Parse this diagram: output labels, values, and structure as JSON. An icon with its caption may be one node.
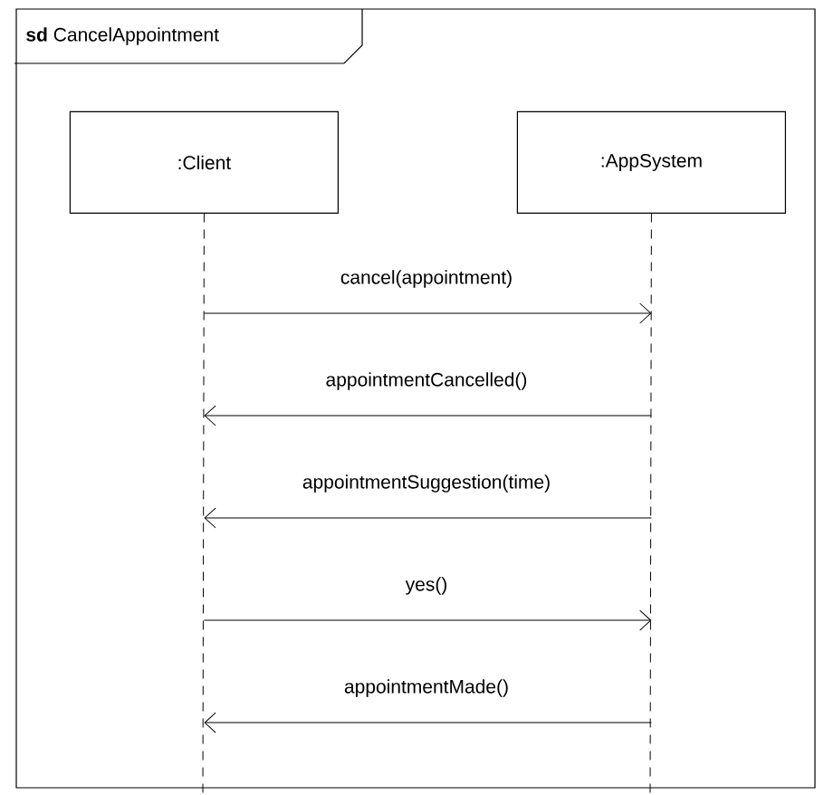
{
  "diagram": {
    "nodes": [
      {
        "text": [
          "**sd** CancelAppointment"
        ]
      },
      {
        "text": [
          ":Client"
        ],
        "in": 0
      },
      {
        "text": [
          ":AppSystem"
        ],
        "in": 0
      }
    ],
    "edges": [
      {
        "from": 1,
        "to": 2,
        "arrow": "to",
        "label": "cancel(appointment)"
      },
      {
        "from": 2,
        "to": 1,
        "arrow": "to",
        "label": "appointmentCancelled()"
      },
      {
        "from": 2,
        "to": 1,
        "arrow": "to",
        "label": "appointmentSuggestion(time)"
      },
      {
        "from": 1,
        "to": 2,
        "arrow": "to",
        "label": "yes()"
      },
      {
        "from": 2,
        "to": 1,
        "arrow": "to",
        "label": "appointmentMade()"
      }
    ]
  }
}
